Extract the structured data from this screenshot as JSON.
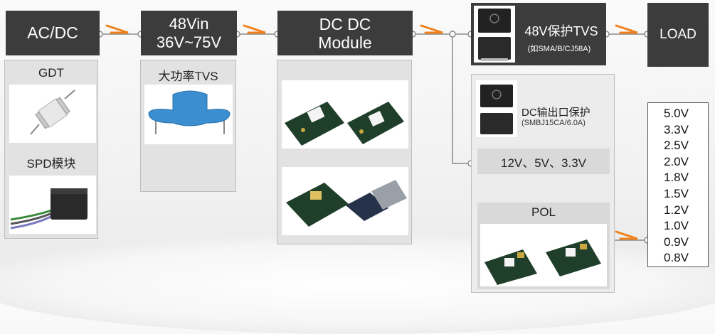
{
  "colors": {
    "block": "#3c3c3c",
    "panel": "#e2e2e2",
    "accent": "#f0821e",
    "line": "#8a8a8a"
  },
  "blocks": {
    "acdc": "AC/DC",
    "vin_line1": "48Vin",
    "vin_line2": "36V~75V",
    "dcdc_line1": "DC DC",
    "dcdc_line2": "Module",
    "load": "LOAD"
  },
  "acdc_panel": {
    "gdt": "GDT",
    "spd": "SPD模块"
  },
  "vin_panel": {
    "tvs": "大功率TVS"
  },
  "tvs48": {
    "title": "48V保护TVS",
    "sub": "(如SMA/B/CJ58A)"
  },
  "dc_out": {
    "title": "DC输出口保护",
    "sub": "(SMBJ15CA/6.0A)"
  },
  "rails": "12V、5V、3.3V",
  "pol": "POL",
  "voltages": [
    "5.0V",
    "3.3V",
    "2.5V",
    "2.0V",
    "1.8V",
    "1.5V",
    "1.2V",
    "1.0V",
    "0.9V",
    "0.8V"
  ],
  "icons": [
    "gdt-tube-icon",
    "spd-module-icon",
    "tvs-diode-icon",
    "dcdc-board-icon",
    "pol-board-icon",
    "arrow-right-icon"
  ]
}
